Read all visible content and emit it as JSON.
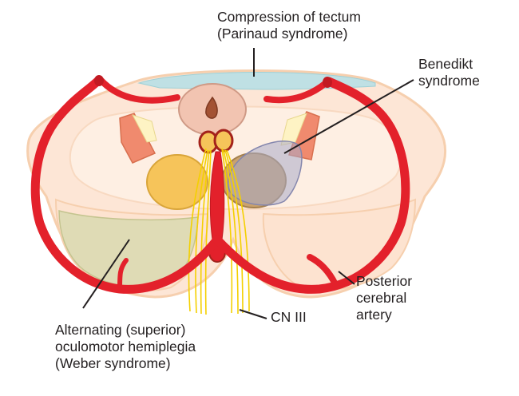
{
  "labels": {
    "tectum": {
      "line1": "Compression of tectum",
      "line2": "(Parinaud syndrome)"
    },
    "benedikt": {
      "line1": "Benedikt",
      "line2": "syndrome"
    },
    "pca": {
      "line1": "Posterior",
      "line2": "cerebral",
      "line3": "artery"
    },
    "cn3": {
      "line1": "CN III"
    },
    "weber": {
      "line1": "Alternating (superior)",
      "line2": "oculomotor hemiplegia",
      "line3": "(Weber syndrome)"
    }
  },
  "colors": {
    "artery": "#e3212b",
    "midbrain_outline": "#f6cfae",
    "midbrain_fill": "#fde6d6",
    "tectum_lesion": "#bfe0e4",
    "red_nucleus": "#f6c45a",
    "substantia_nigra": "#f08a6e",
    "benedikt_lesion": "#a7a9c8",
    "weber_lesion": "#d9d9b0",
    "cn3_fibers": "#f4d000",
    "leader_lines": "#231f20"
  },
  "icons": {
    "artery": "artery-vessel-icon",
    "midbrain": "midbrain-cross-section-icon"
  }
}
